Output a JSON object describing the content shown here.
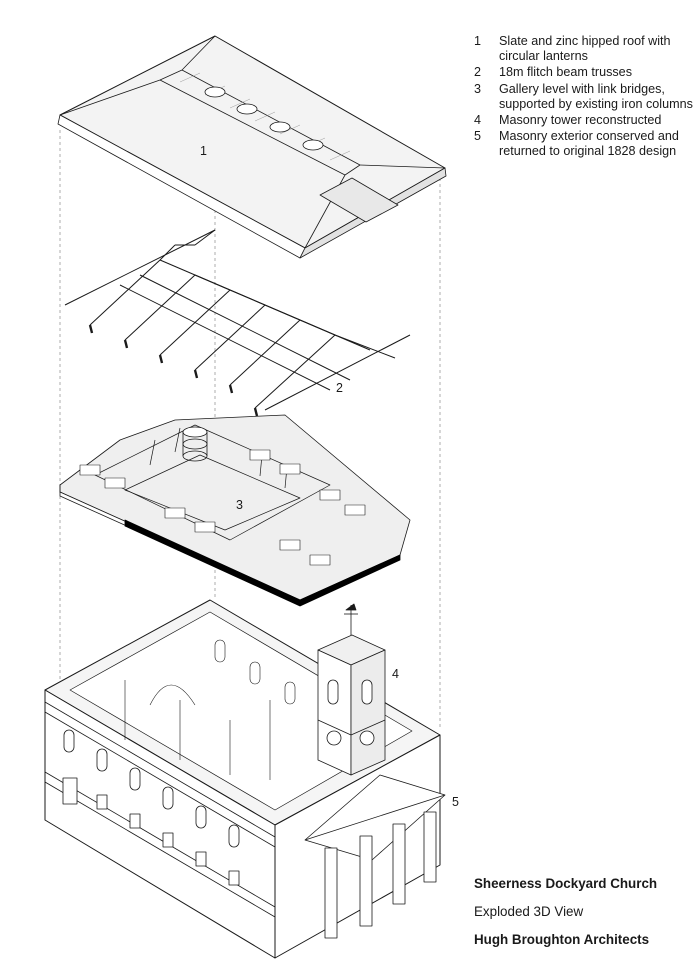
{
  "legend": {
    "items": [
      {
        "num": "1",
        "text": "Slate and zinc hipped roof with circular lanterns"
      },
      {
        "num": "2",
        "text": "18m flitch beam trusses"
      },
      {
        "num": "3",
        "text": "Gallery level with link bridges, supported by existing iron columns"
      },
      {
        "num": "4",
        "text": "Masonry tower reconstructed"
      },
      {
        "num": "5",
        "text": "Masonry exterior conserved and returned to original 1828 design"
      }
    ]
  },
  "callouts": {
    "roof": "1",
    "trusses": "2",
    "gallery": "3",
    "tower": "4",
    "exterior": "5"
  },
  "title_block": {
    "project": "Sheerness Dockyard Church",
    "drawing": "Exploded 3D View",
    "firm": "Hugh Broughton Architects"
  },
  "colors": {
    "line": "#1a1a1a",
    "slab_edge": "#000000",
    "roof_fill": "#f3f3f3",
    "floor_fill": "#efefef"
  }
}
